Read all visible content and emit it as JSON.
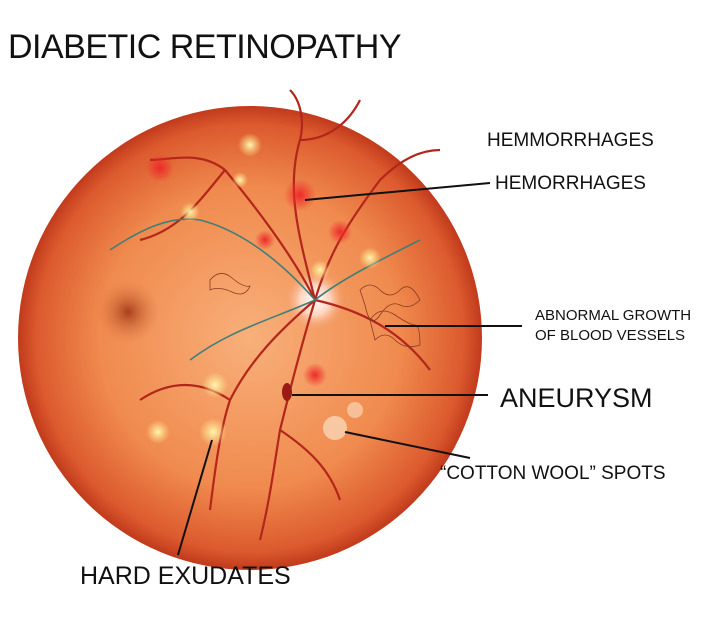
{
  "title": "DIABETIC RETINOPATHY",
  "labels": {
    "hemmorrhages": "HEMMORRHAGES",
    "hemorrhages": "HEMORRHAGES",
    "abnormal_growth_line1": "ABNORMAL GROWTH",
    "abnormal_growth_line2": "OF BLOOD VESSELS",
    "aneurysm": "ANEURYSM",
    "cotton_wool": "“COTTON WOOL” SPOTS",
    "hard_exudates": "HARD EXUDATES"
  },
  "colors": {
    "retina_center": "#f6a064",
    "retina_edge": "#c9401f",
    "vessel": "#b3261b",
    "hemorrhage": "#ee2a2a",
    "exudate": "#fde88a"
  }
}
